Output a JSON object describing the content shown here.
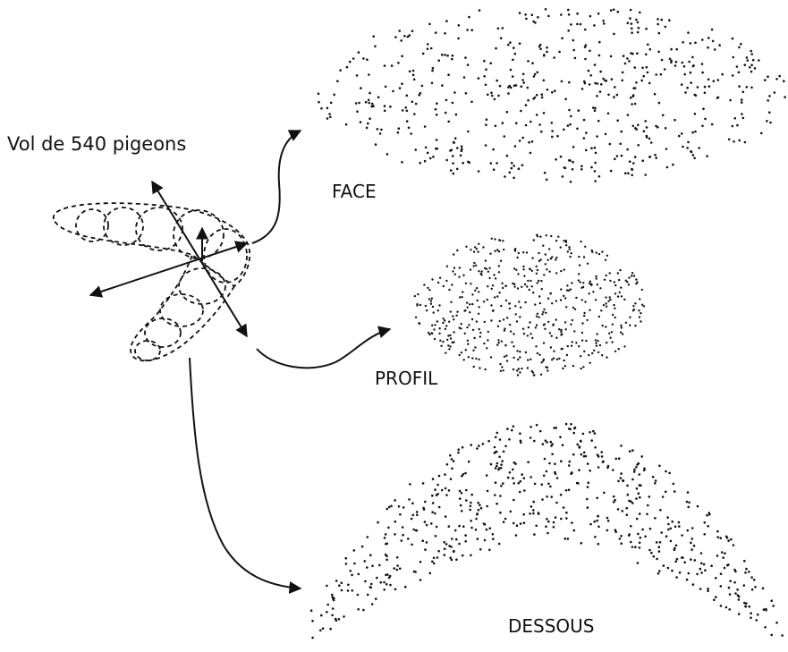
{
  "title": "Vol de 540 pigeons",
  "views": [
    {
      "label": "FACE"
    },
    {
      "label": "PROFIL"
    },
    {
      "label": "DESSOUS"
    }
  ],
  "colors": {
    "ink": "#111111",
    "background": "#ffffff"
  }
}
